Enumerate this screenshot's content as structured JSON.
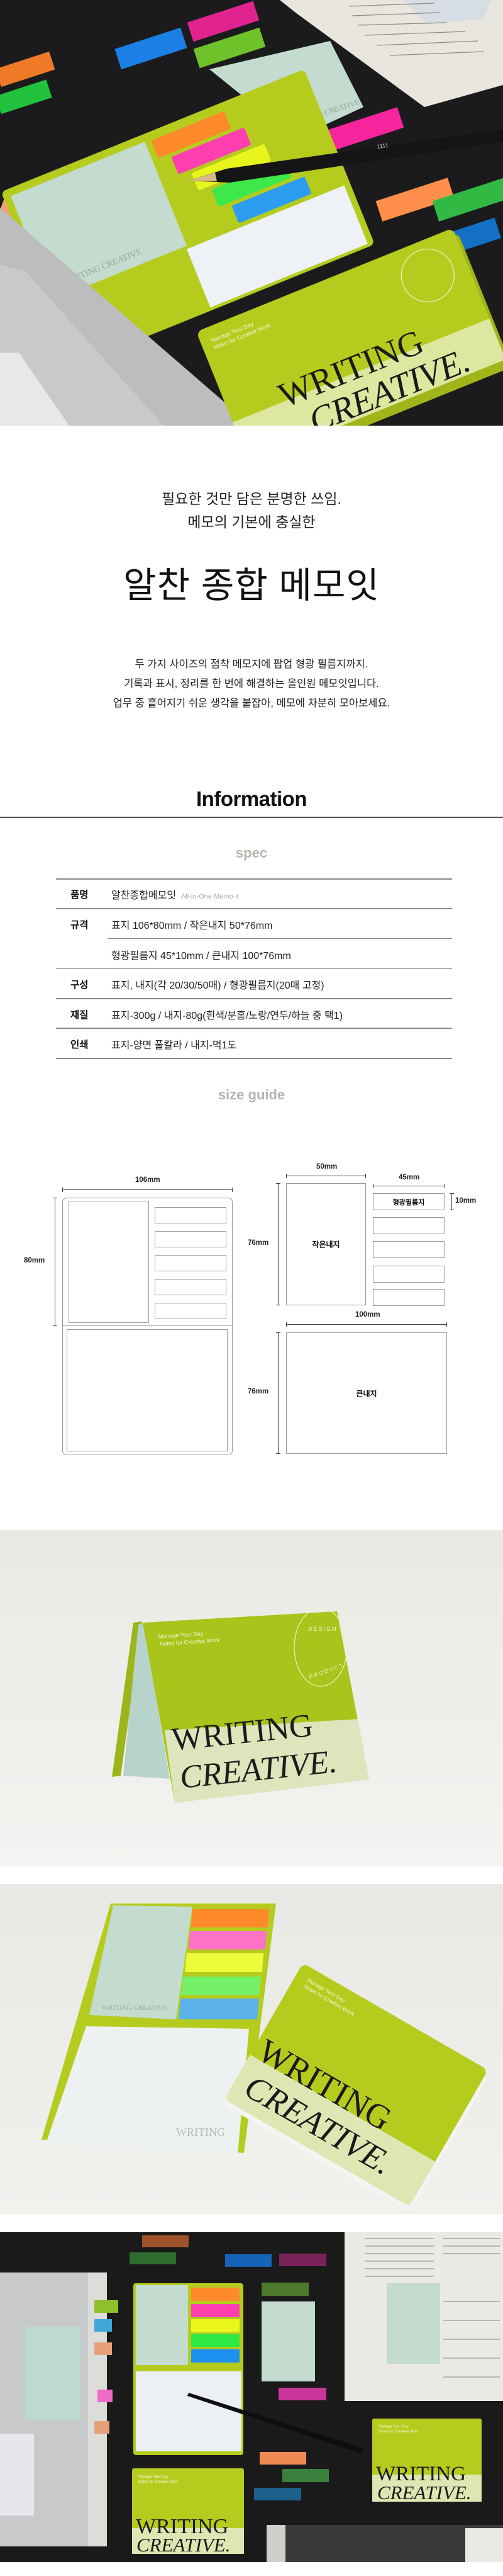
{
  "product_print": {
    "line1": "WRITING",
    "line2": "CREATIVE.",
    "small_logo": "WRITING CREATIVE",
    "tagline1": "Manage Your Day",
    "tagline2": "Notes for Creative Work",
    "stamp_top": "DESIGN",
    "stamp_bottom": "PRODUCT"
  },
  "intro": {
    "subtitle_lines": [
      "필요한 것만 담은 분명한 쓰임.",
      "메모의 기본에 충실한"
    ],
    "title": "알찬 종합 메모잇",
    "body_lines": [
      "두 가지 사이즈의 점착 메모지에 팝업 형광 필름지까지.",
      "기록과 표시, 정리를 한 번에 해결하는 올인원 메모잇입니다.",
      "업무 중 흩어지기 쉬운 생각을 붙잡아, 메모에 차분히 모아보세요."
    ]
  },
  "information": {
    "heading": "Information",
    "spec_heading": "spec",
    "rows": [
      {
        "label": "품명",
        "value": "알찬종합메모잇",
        "value_en": "All-in-One Memo-it"
      },
      {
        "label": "규격",
        "value": "표지 106*80mm / 작은내지 50*76mm"
      },
      {
        "label": "",
        "value": "형광필름지 45*10mm / 큰내지 100*76mm"
      },
      {
        "label": "구성",
        "value": "표지, 내지(각 20/30/50매) / 형광필름지(20매 고정)"
      },
      {
        "label": "재질",
        "value": "표지-300g / 내지-80g(흰색/분홍/노랑/연두/하늘 중 택1)"
      },
      {
        "label": "인쇄",
        "value": "표지-양면 풀칼라 / 내지-먹1도"
      }
    ]
  },
  "size_guide": {
    "heading": "size guide",
    "cover_width": "106mm",
    "cover_height": "80mm",
    "small_width": "50mm",
    "small_height": "76mm",
    "small_label": "작은내지",
    "film_width": "45mm",
    "film_height": "10mm",
    "film_label": "형광필름지",
    "large_width": "100mm",
    "large_height": "76mm",
    "large_label": "큰내지"
  },
  "colors": {
    "lime": "#b5cc1f",
    "mint": "#c3dccf",
    "orange": "#ff8a2a",
    "pink": "#ff3fb0",
    "yellow": "#e8f51c",
    "green": "#3ee84a",
    "blue": "#2b9cf0"
  }
}
